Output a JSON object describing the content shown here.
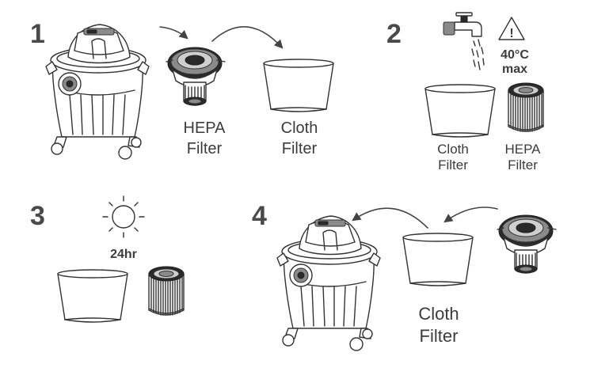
{
  "steps": [
    {
      "number": "1",
      "labels": {
        "hepa": [
          "HEPA",
          "Filter"
        ],
        "cloth": [
          "Cloth",
          "Filter"
        ]
      }
    },
    {
      "number": "2",
      "warning": [
        "40°C",
        "max"
      ],
      "labels": {
        "cloth": [
          "Cloth",
          "Filter"
        ],
        "hepa": [
          "HEPA",
          "Filter"
        ]
      }
    },
    {
      "number": "3",
      "time": "24hr"
    },
    {
      "number": "4",
      "labels": {
        "cloth": [
          "Cloth",
          "Filter"
        ]
      }
    }
  ],
  "icons": {
    "vacuum": "wet-dry-vacuum-icon",
    "hepa": "hepa-filter-icon",
    "cloth": "cloth-filter-icon",
    "tap": "water-tap-icon",
    "warning": "warning-triangle-icon",
    "sun": "sun-icon",
    "arrow": "curved-arrow-icon"
  },
  "colors": {
    "line": "#333333",
    "text": "#3c3c3c",
    "number": "#4a4a4a"
  }
}
